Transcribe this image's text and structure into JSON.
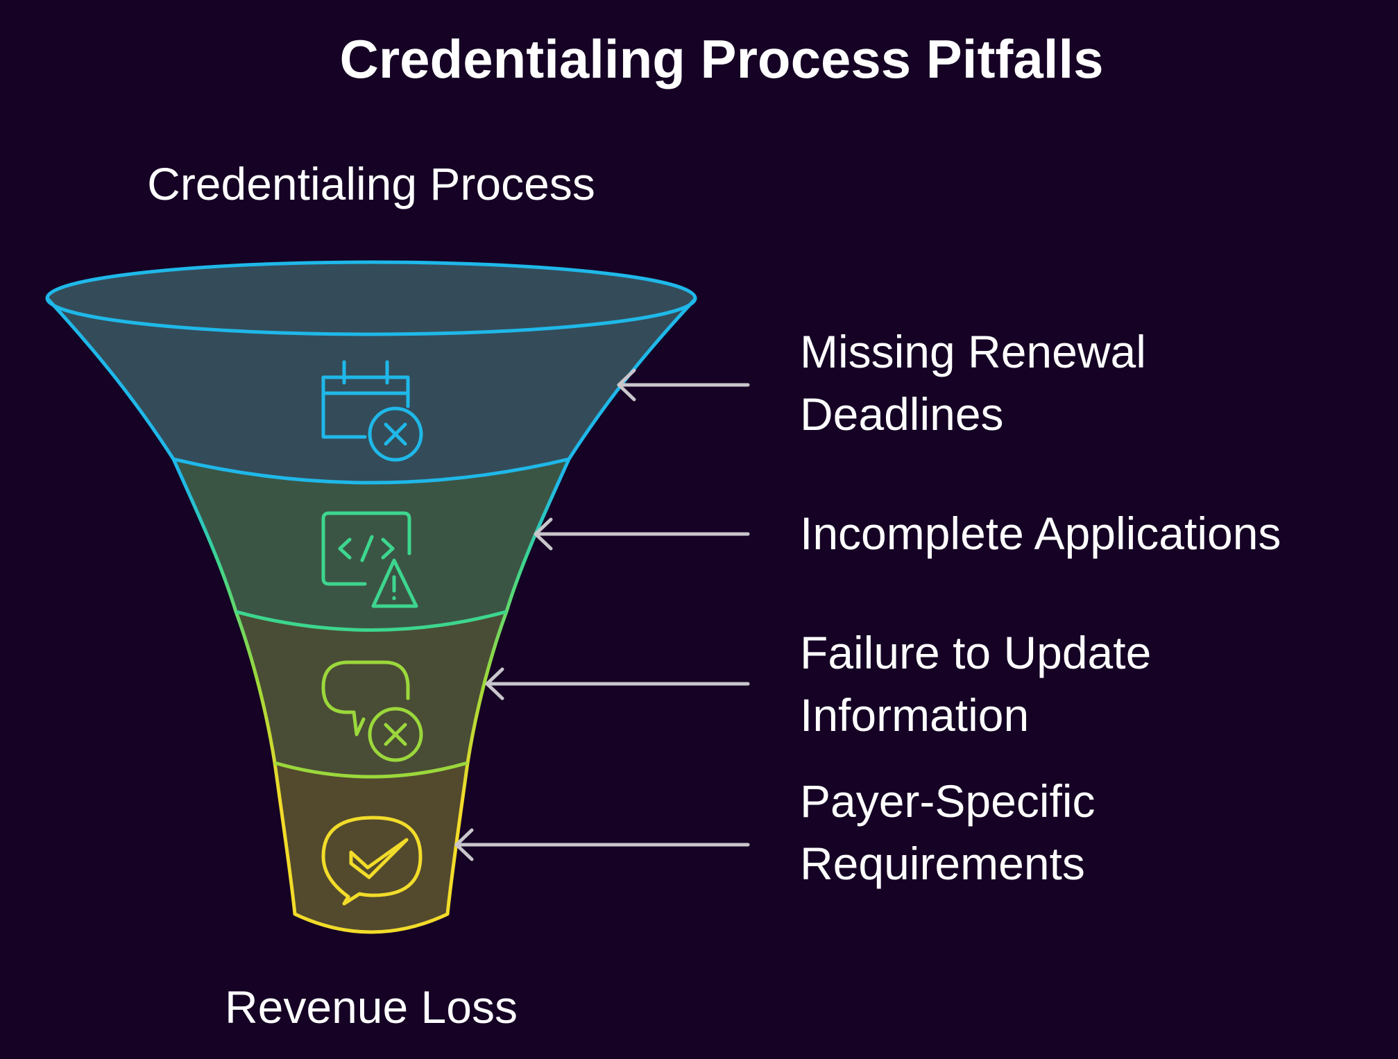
{
  "title": "Credentialing Process Pitfalls",
  "top_label": "Credentialing Process",
  "bottom_label": "Revenue Loss",
  "stages": [
    {
      "line1": "Missing Renewal",
      "line2": "Deadlines",
      "icon": "calendar-x-icon",
      "color": "#1fb8e9",
      "fill": "#344c59"
    },
    {
      "line1": "Incomplete Applications",
      "line2": "",
      "icon": "code-window-warning-icon",
      "color": "#3dd68e",
      "fill": "#3b5545"
    },
    {
      "line1": "Failure to Update",
      "line2": "Information",
      "icon": "chat-bubble-x-icon",
      "color": "#9bd83c",
      "fill": "#4a4d35"
    },
    {
      "line1": "Payer-Specific",
      "line2": "Requirements",
      "icon": "chat-bubble-check-icon",
      "color": "#f2dc2a",
      "fill": "#534a2d"
    }
  ]
}
